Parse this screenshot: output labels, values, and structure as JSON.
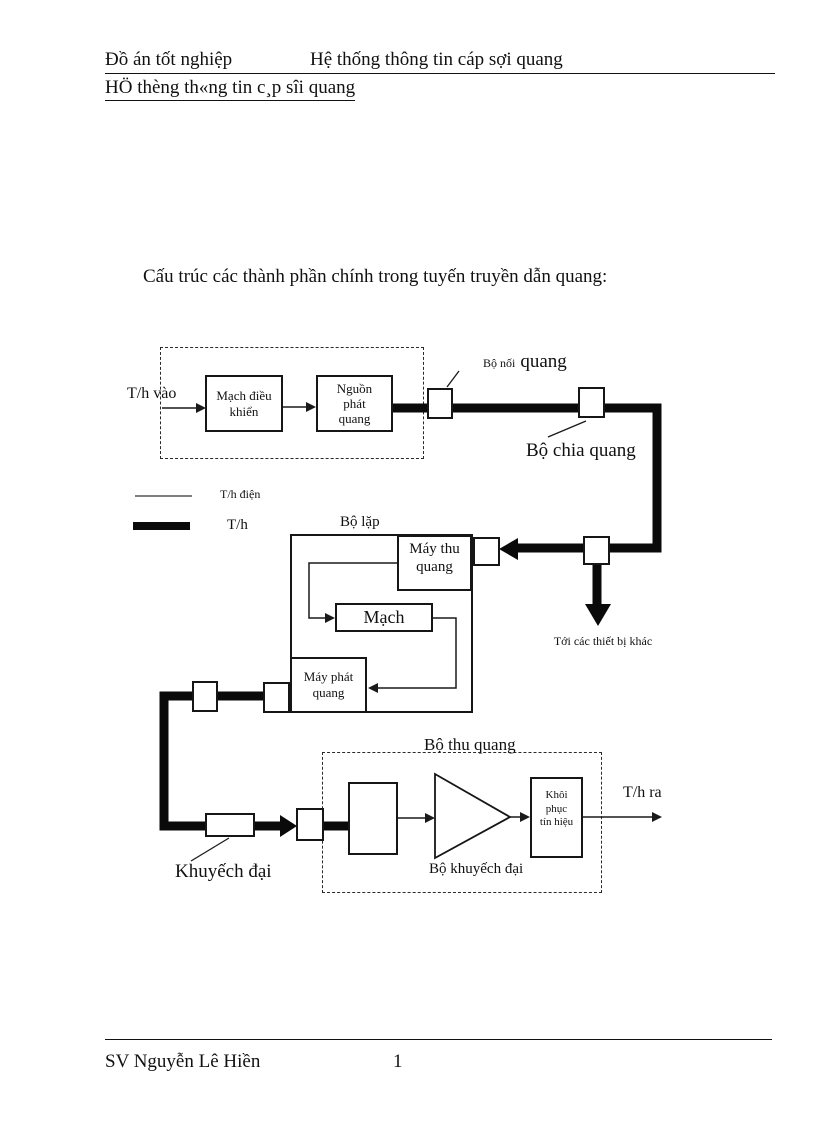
{
  "document": {
    "header": {
      "left": "Đồ án tốt nghiệp",
      "right": "Hệ thống thông tin cáp sợi quang",
      "subtitle": "HÖ thèng th«ng tin c¸p sîi quang"
    },
    "caption": "Cấu trúc các thành phần chính trong tuyến truyền dẫn quang:",
    "footer": {
      "author": "SV Nguyễn Lê Hiền",
      "page_number": "1"
    }
  },
  "diagram": {
    "transmitter": {
      "input_label": "T/h vào",
      "driver_box": "Mạch điều khiển",
      "source_box": "Nguồn phát quang"
    },
    "connector_label_small": "Bộ nối",
    "connector_label_big": "quang",
    "splitter_label": "Bộ chia quang",
    "legend": {
      "thin_label": "T/h điện",
      "thick_label": "T/h"
    },
    "repeater": {
      "title": "Bộ lặp",
      "receiver_box": "Máy thu quang",
      "circuit_box": "Mạch",
      "transmitter_box": "Máy phát quang"
    },
    "branch_label": "Tới các thiết bị khác",
    "amplifier_label": "Khuyếch đại",
    "receiver": {
      "title": "Bộ thu quang",
      "recovery_box": "Khôi phục tín hiệu",
      "amp_label": "Bộ khuyếch đại"
    },
    "output_label": "T/h ra",
    "colors": {
      "ink": "#111111",
      "fiber": "#0a0a0a"
    }
  }
}
